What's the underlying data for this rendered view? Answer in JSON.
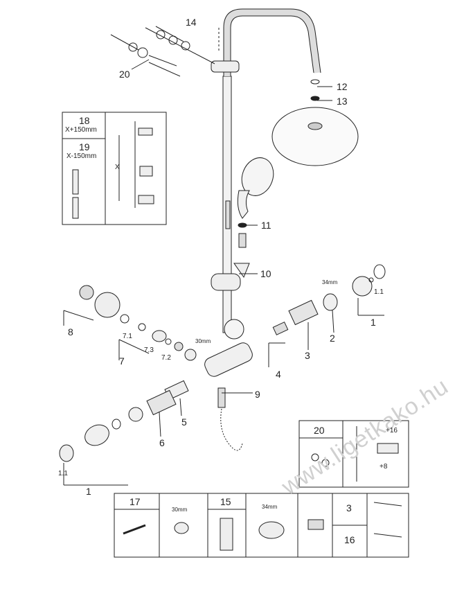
{
  "callouts": {
    "c14": "14",
    "c20": "20",
    "c12": "12",
    "c13": "13",
    "c11": "11",
    "c10": "10",
    "c8": "8",
    "c7": "7",
    "c7_1": "7.1",
    "c7_2": "7.2",
    "c7_3": "7.3",
    "c1": "1",
    "c1_1": "1.1",
    "c2": "2",
    "c3": "3",
    "c4": "4",
    "c5": "5",
    "c6": "6",
    "c9": "9",
    "c1b": "1",
    "c1_1b": "1.1"
  },
  "dimensions": {
    "d34": "34mm",
    "d30": "30mm"
  },
  "inset_spacing": {
    "n18": "18",
    "t18": "X+150mm",
    "n19": "19",
    "t19": "X-150mm",
    "x": "X"
  },
  "inset_20": {
    "n20": "20",
    "plus16": "+16",
    "plus8": "+8"
  },
  "bottom_panel": {
    "n17": "17",
    "n15": "15",
    "d30": "30mm",
    "d34": "34mm",
    "n3": "3",
    "n16": "16"
  },
  "watermark": "www.ligetkako.hu"
}
